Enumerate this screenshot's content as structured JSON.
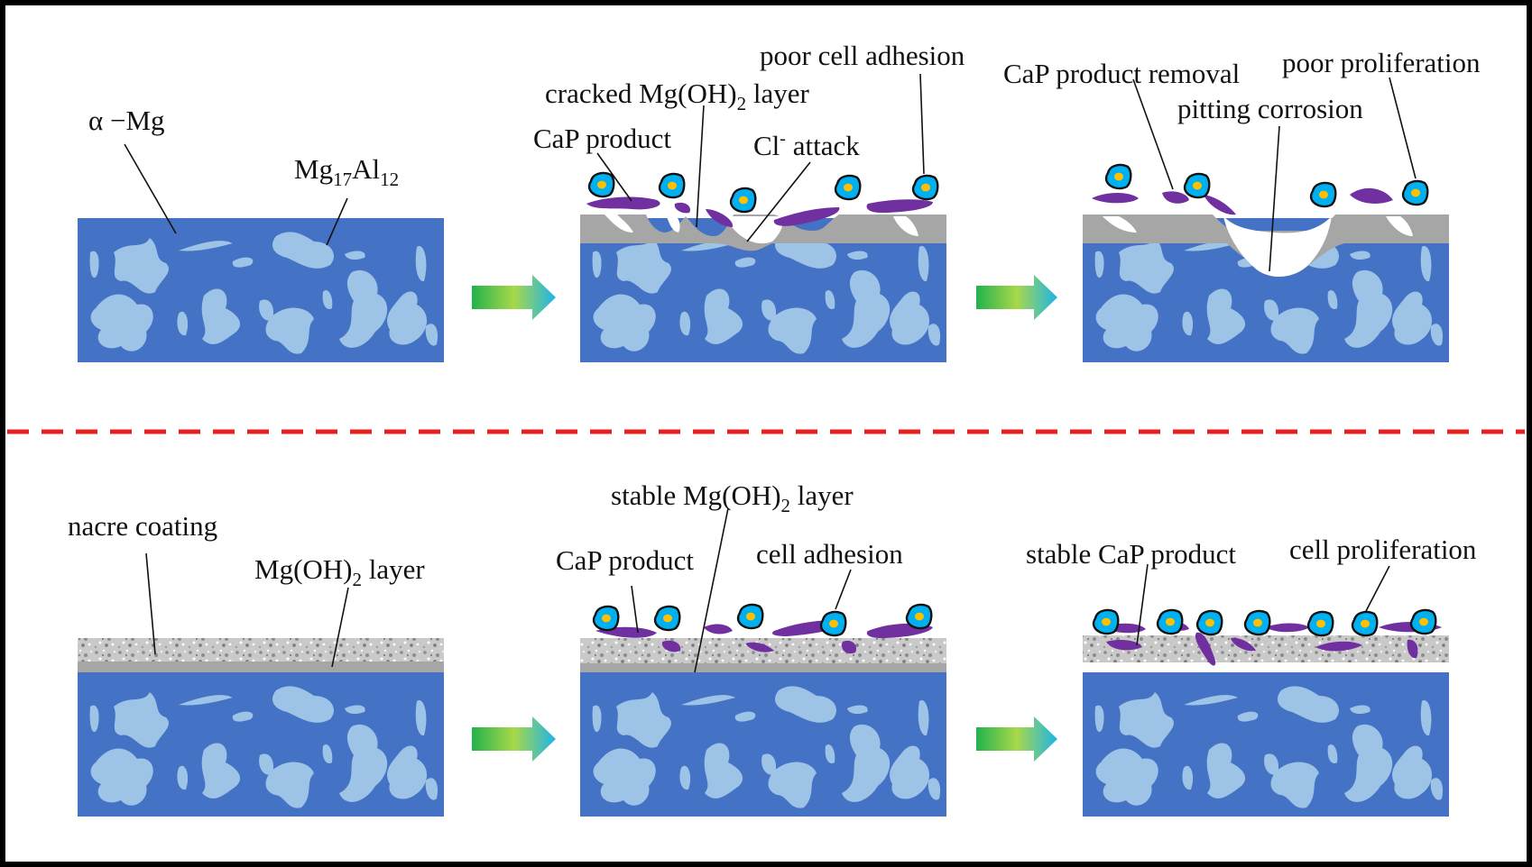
{
  "colors": {
    "frame": "#000000",
    "substrate": "#4472C4",
    "phase": "#9DC3E6",
    "hydroxide": "#A6A6A6",
    "coating": "#BFBFBF",
    "coating_speck": "#8C8C8C",
    "product": "#7030A0",
    "cell_fill": "#00B0F0",
    "cell_nucleus": "#FFC000",
    "divider": "#E62020",
    "arrow_start": "#22B24C",
    "arrow_end": "#1EB4E8"
  },
  "top_row": {
    "panel_1": {
      "alpha_mg": "α −Mg",
      "mg17al12": {
        "base1": "Mg",
        "sub1": "17",
        "base2": "Al",
        "sub2": "12"
      }
    },
    "panel_2": {
      "poor_cell_adhesion": "poor cell adhesion",
      "cracked_layer": {
        "before": "cracked Mg(OH)",
        "sub": "2",
        "after": " layer"
      },
      "cap_product": "CaP product",
      "cl_attack": {
        "base": "Cl",
        "sup": "-",
        "after": " attack"
      }
    },
    "panel_3": {
      "cap_removal": "CaP product removal",
      "poor_proliferation": "poor proliferation",
      "pitting": "pitting corrosion"
    }
  },
  "bottom_row": {
    "panel_1": {
      "nacre": "nacre coating",
      "mgoh_layer": {
        "before": "Mg(OH)",
        "sub": "2",
        "after": " layer"
      }
    },
    "panel_2": {
      "stable_layer": {
        "before": "stable Mg(OH)",
        "sub": "2",
        "after": " layer"
      },
      "cap_product": "CaP product",
      "cell_adhesion": "cell adhesion"
    },
    "panel_3": {
      "stable_cap": "stable CaP product",
      "cell_proliferation": "cell proliferation"
    }
  }
}
